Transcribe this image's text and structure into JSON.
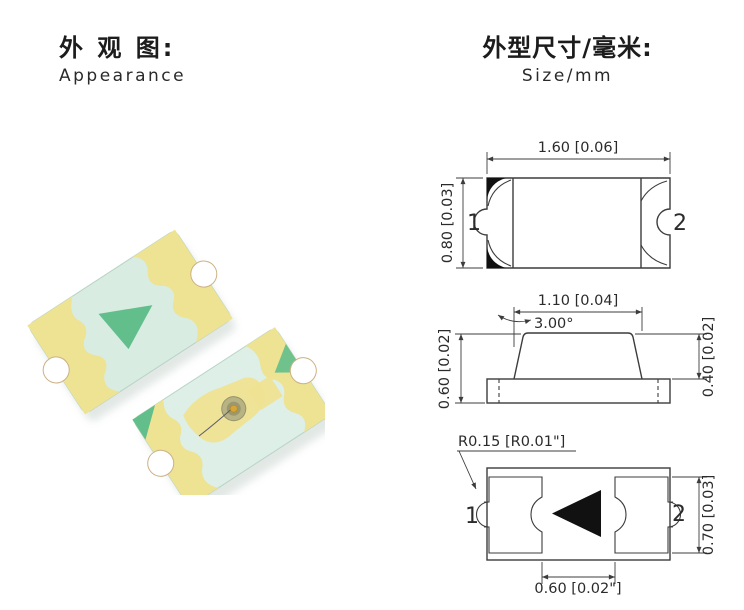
{
  "appearance": {
    "title_cn": "外 观 图:",
    "title_en": "Appearance"
  },
  "dimensions": {
    "title_cn": "外型尺寸/毫米:",
    "title_en": "Size/mm"
  },
  "top_view": {
    "width": "1.60 [0.06]",
    "height": "0.80 [0.03]",
    "pin1": "1",
    "pin2": "2"
  },
  "side_view": {
    "width": "1.10 [0.04]",
    "angle": "3.00°",
    "total_height": "0.60 [0.02]",
    "lens_height": "0.40 [0.02]"
  },
  "bottom_view": {
    "corner_radius": "R0.15 [R0.01\"]",
    "pad_height": "0.70 [0.03]",
    "pad_gap": "0.60 [0.02\"]",
    "pin1": "1",
    "pin2": "2"
  },
  "colors": {
    "line": "#3c3c3c",
    "mark_fill": "#111111",
    "chip_body": "#d9ece2",
    "chip_body_top": "#ddefe7",
    "pad_gold": "#eee293",
    "triangle_green": "#62bf8c",
    "die_olive": "#b3ae83",
    "die_gold": "#d4a63a",
    "notch_edge": "#ccb184",
    "shadow": "#9fb3a8"
  }
}
